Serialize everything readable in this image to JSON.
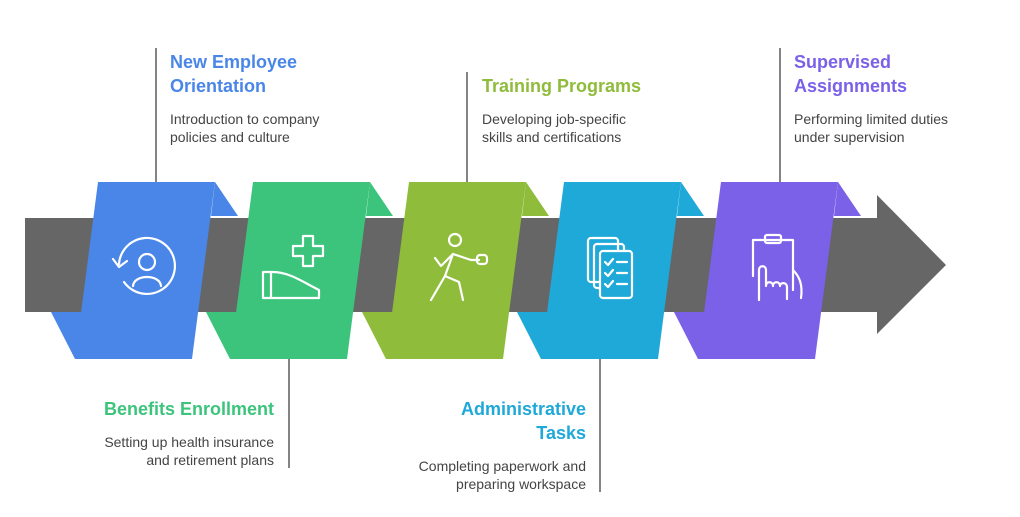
{
  "steps": [
    {
      "title_lines": [
        "New Employee",
        "Orientation"
      ],
      "desc_lines": [
        "Introduction to company",
        "policies and culture"
      ],
      "color": "#4a86e8",
      "icon": "user-refresh-icon"
    },
    {
      "title_lines": [
        "Benefits Enrollment"
      ],
      "desc_lines": [
        "Setting up health insurance",
        "and retirement plans"
      ],
      "color": "#3cc47c",
      "icon": "health-care-hand-icon"
    },
    {
      "title_lines": [
        "Training Programs"
      ],
      "desc_lines": [
        "Developing job-specific",
        "skills and certifications"
      ],
      "color": "#8fbc3b",
      "icon": "person-training-icon"
    },
    {
      "title_lines": [
        "Administrative",
        "Tasks"
      ],
      "desc_lines": [
        "Completing paperwork and",
        "preparing workspace"
      ],
      "color": "#1fa9d9",
      "icon": "document-checklist-icon"
    },
    {
      "title_lines": [
        "Supervised",
        "Assignments"
      ],
      "desc_lines": [
        "Performing limited duties",
        "under supervision"
      ],
      "color": "#7b61e8",
      "icon": "clipboard-hand-icon"
    }
  ],
  "colors": {
    "arrow_body": "#666666",
    "leader_line": "#333333"
  }
}
